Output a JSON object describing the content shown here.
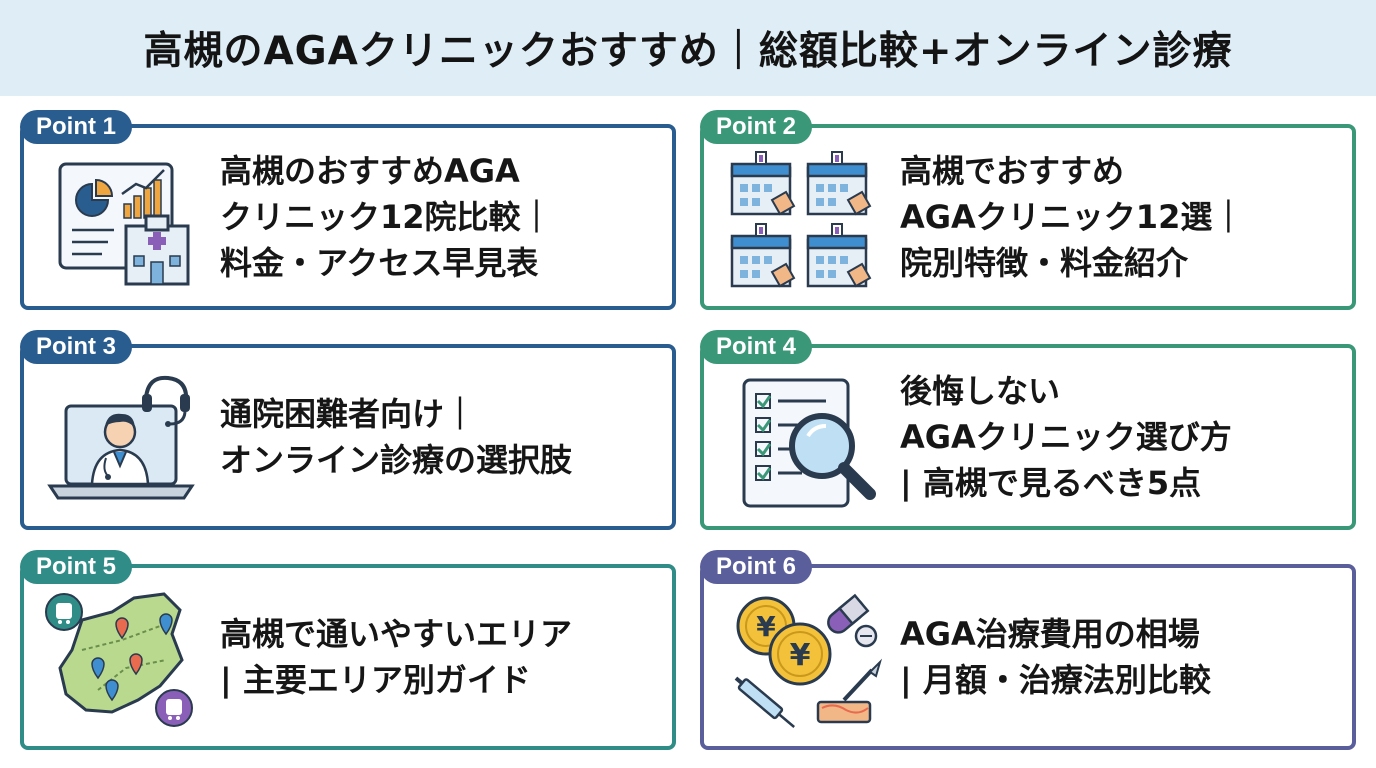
{
  "header": {
    "title": "高槻のAGAクリニックおすすめ｜総額比較+オンライン診療"
  },
  "cards": [
    {
      "badge": "Point 1",
      "icon": "chart-hospital-icon",
      "lines": [
        "高槻のおすすめAGA",
        "クリニック12院比較｜",
        "料金・アクセス早見表"
      ]
    },
    {
      "badge": "Point 2",
      "icon": "clinics-price-tag-icon",
      "lines": [
        "高槻でおすすめ",
        "AGAクリニック12選｜",
        "院別特徴・料金紹介"
      ]
    },
    {
      "badge": "Point 3",
      "icon": "online-doctor-laptop-icon",
      "lines": [
        "通院困難者向け｜",
        "オンライン診療の選択肢"
      ]
    },
    {
      "badge": "Point 4",
      "icon": "checklist-magnifier-icon",
      "lines": [
        "後悔しない",
        "AGAクリニック選び方",
        "| 高槻で見るべき5点"
      ]
    },
    {
      "badge": "Point 5",
      "icon": "area-map-icon",
      "lines": [
        "高槻で通いやすいエリア",
        "| 主要エリア別ガイド"
      ]
    },
    {
      "badge": "Point 6",
      "icon": "yen-medicine-icon",
      "lines": [
        "AGA治療費用の相場",
        "| 月額・治療法別比較"
      ]
    }
  ],
  "colors": {
    "banner": "#deedf6",
    "blue": "#2a5d8f",
    "green": "#3a9878",
    "teal": "#2f8c86",
    "purple": "#5a5f9c"
  }
}
